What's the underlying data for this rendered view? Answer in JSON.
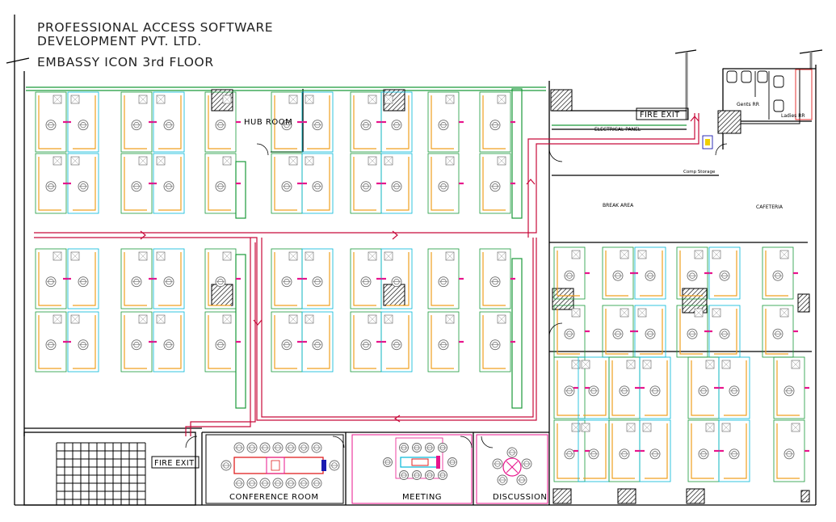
{
  "title_block": {
    "company_line1": "PROFESSIONAL ACCESS SOFTWARE",
    "company_line2": "DEVELOPMENT PVT. LTD.",
    "floor": "EMBASSY ICON 3rd FLOOR"
  },
  "labels": {
    "hub_room": "HUB ROOM",
    "fire_exit_top": "FIRE EXIT",
    "fire_exit_bottom": "FIRE EXIT",
    "electrical_panel": "ELECTRICAL PANEL",
    "comp_storage": "Comp Storage",
    "break_area": "BREAK AREA",
    "cafeteria": "CAFETERIA",
    "gents_rr": "Gents RR",
    "ladies_rr": "Ladies RR",
    "conference_room": "CONFERENCE ROOM",
    "meeting": "MEETING",
    "discussion": "DISCUSSION"
  },
  "colors": {
    "wall": "#000000",
    "partition": "#f0a020",
    "cyan": "#00b8d8",
    "green": "#1a9a3a",
    "magenta": "#e8148c",
    "route": "#c80a3a",
    "red": "#e02020",
    "chair": "#6a6a6a"
  }
}
